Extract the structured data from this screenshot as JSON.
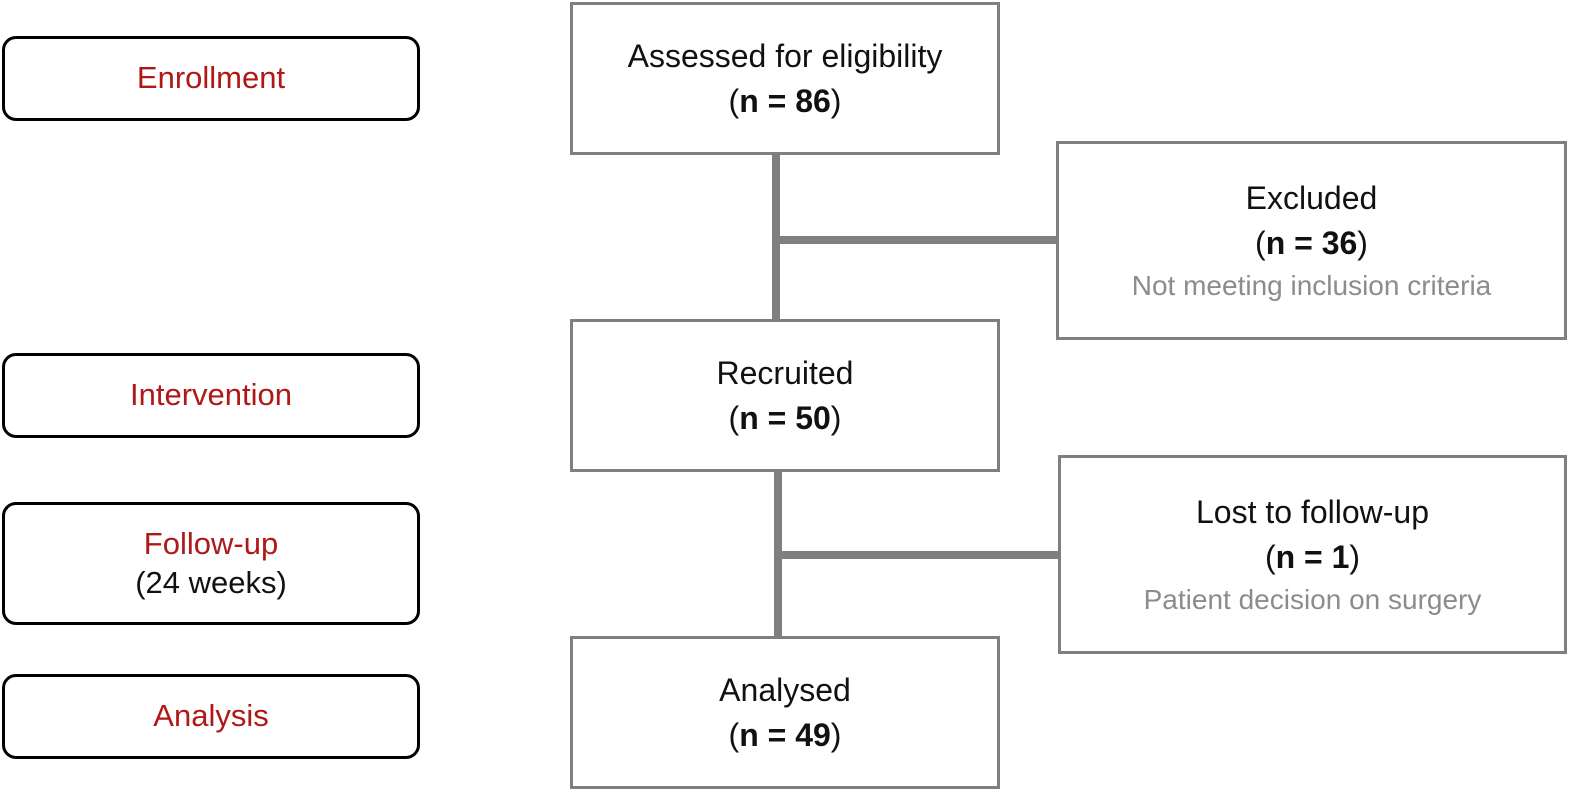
{
  "colors": {
    "stage_text": "#b01818",
    "stage_border": "#000000",
    "flow_border": "#7f7f7f",
    "connector": "#7f7f7f",
    "note_text": "#8c8c8c"
  },
  "stages": {
    "enrollment": {
      "label": "Enrollment"
    },
    "intervention": {
      "label": "Intervention"
    },
    "followup": {
      "label": "Follow-up",
      "sub": "(24 weeks)"
    },
    "analysis": {
      "label": "Analysis"
    }
  },
  "flow": {
    "assessed": {
      "title": "Assessed for eligibility",
      "n_label": "n = 86"
    },
    "excluded": {
      "title": "Excluded",
      "n_label": "n = 36",
      "note": "Not meeting inclusion criteria"
    },
    "recruited": {
      "title": "Recruited",
      "n_label": "n = 50"
    },
    "lost": {
      "title": "Lost to follow-up",
      "n_label": "n = 1",
      "note": "Patient decision on surgery"
    },
    "analysed": {
      "title": "Analysed",
      "n_label": "n = 49"
    }
  }
}
